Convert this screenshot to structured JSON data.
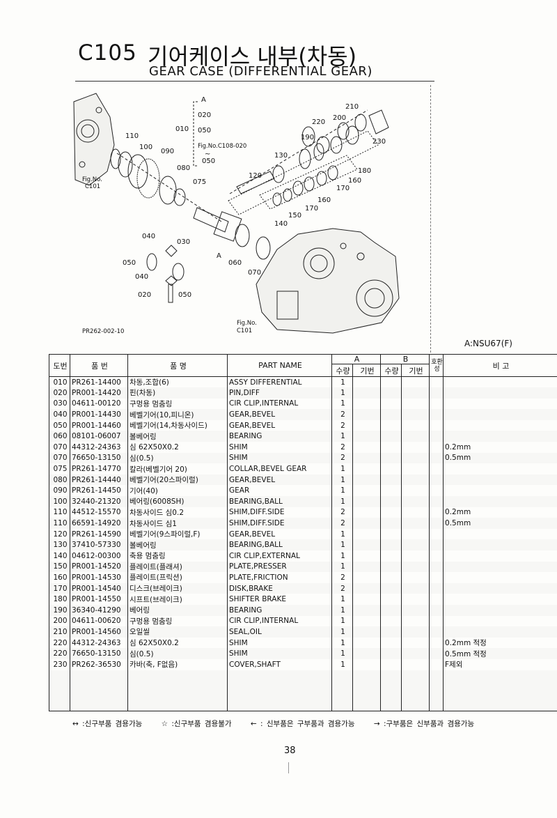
{
  "header": {
    "code": "C105",
    "title_ko": "기어케이스 내부(차동)",
    "title_en": "GEAR CASE (DIFFERENTIAL GEAR)"
  },
  "diagram": {
    "labels": [
      "210",
      "220",
      "200",
      "190",
      "230",
      "130",
      "180",
      "120",
      "160",
      "170",
      "160",
      "150",
      "170",
      "140",
      "110",
      "100",
      "090",
      "080",
      "075",
      "040",
      "030",
      "050",
      "A",
      "060",
      "070",
      "040",
      "020",
      "050",
      "A",
      "020",
      "050",
      "010"
    ],
    "ref_fig_c108": "Fig.No.C108-020",
    "ref_range": "050",
    "ref_range_tilde": "~",
    "ref_fig_no": "Fig.No.",
    "ref_c101": "C101",
    "drawing_code": "PR262-002-10"
  },
  "model_note": "A:NSU67(F)",
  "table": {
    "headers": {
      "no": "도번",
      "part_code": "품  번",
      "part_name_ko": "품   명",
      "part_name_en": "PART NAME",
      "group_a": "A",
      "group_b": "B",
      "qty": "수량",
      "base": "기번",
      "interchange": "호환성",
      "remark": "비  고"
    },
    "rows": [
      {
        "no": "010",
        "code": "PR261-14400",
        "ko": "차동,조합(6)",
        "en": "ASSY DIFFERENTIAL",
        "qty": "1",
        "remark": ""
      },
      {
        "no": "020",
        "code": "PR001-14420",
        "ko": "핀(차동)",
        "en": "PIN,DIFF",
        "qty": "1",
        "remark": ""
      },
      {
        "no": "030",
        "code": "04611-00120",
        "ko": "구멍용 멈춤링",
        "en": "CIR CLIP,INTERNAL",
        "qty": "1",
        "remark": ""
      },
      {
        "no": "040",
        "code": "PR001-14430",
        "ko": "베벨기어(10,피니온)",
        "en": "GEAR,BEVEL",
        "qty": "2",
        "remark": ""
      },
      {
        "no": "050",
        "code": "PR001-14460",
        "ko": "베벨기어(14,차동사이드)",
        "en": "GEAR,BEVEL",
        "qty": "2",
        "remark": ""
      },
      {
        "no": "060",
        "code": "08101-06007",
        "ko": "볼베어링",
        "en": "BEARING",
        "qty": "1",
        "remark": ""
      },
      {
        "no": "070",
        "code": "44312-24363",
        "ko": "심 62X50X0.2",
        "en": "SHIM",
        "qty": "2",
        "remark": "0.2mm"
      },
      {
        "no": "070",
        "code": "76650-13150",
        "ko": "심(0.5)",
        "en": "SHIM",
        "qty": "2",
        "remark": "0.5mm"
      },
      {
        "no": "075",
        "code": "PR261-14770",
        "ko": "칼라(베벨기어 20)",
        "en": "COLLAR,BEVEL GEAR",
        "qty": "1",
        "remark": ""
      },
      {
        "no": "080",
        "code": "PR261-14440",
        "ko": "베벨기어(20스파이럴)",
        "en": "GEAR,BEVEL",
        "qty": "1",
        "remark": ""
      },
      {
        "no": "090",
        "code": "PR261-14450",
        "ko": "기어(40)",
        "en": "GEAR",
        "qty": "1",
        "remark": ""
      },
      {
        "no": "100",
        "code": "32440-21320",
        "ko": "베어링(6008SH)",
        "en": "BEARING,BALL",
        "qty": "1",
        "remark": ""
      },
      {
        "no": "110",
        "code": "44512-15570",
        "ko": "차동사이드 심0.2",
        "en": "SHIM,DIFF.SIDE",
        "qty": "2",
        "remark": "0.2mm"
      },
      {
        "no": "110",
        "code": "66591-14920",
        "ko": "차동사이드 심1",
        "en": "SHIM,DIFF.SIDE",
        "qty": "2",
        "remark": "0.5mm"
      },
      {
        "no": "120",
        "code": "PR261-14590",
        "ko": "베벨기어(9스파이럴,F)",
        "en": "GEAR,BEVEL",
        "qty": "1",
        "remark": ""
      },
      {
        "no": "130",
        "code": "37410-57330",
        "ko": "볼베어링",
        "en": "BEARING,BALL",
        "qty": "1",
        "remark": ""
      },
      {
        "no": "140",
        "code": "04612-00300",
        "ko": "축용 멈춤링",
        "en": "CIR CLIP,EXTERNAL",
        "qty": "1",
        "remark": ""
      },
      {
        "no": "150",
        "code": "PR001-14520",
        "ko": "플레이트(플래셔)",
        "en": "PLATE,PRESSER",
        "qty": "1",
        "remark": ""
      },
      {
        "no": "160",
        "code": "PR001-14530",
        "ko": "플레이트(프릭션)",
        "en": "PLATE,FRICTION",
        "qty": "2",
        "remark": ""
      },
      {
        "no": "170",
        "code": "PR001-14540",
        "ko": "디스크(브레이크)",
        "en": "DISK,BRAKE",
        "qty": "2",
        "remark": ""
      },
      {
        "no": "180",
        "code": "PR001-14550",
        "ko": "시프트(브레이크)",
        "en": "SHIFTER BRAKE",
        "qty": "1",
        "remark": ""
      },
      {
        "no": "190",
        "code": "36340-41290",
        "ko": "베어링",
        "en": "BEARING",
        "qty": "1",
        "remark": ""
      },
      {
        "no": "200",
        "code": "04611-00620",
        "ko": "구멍용 멈춤링",
        "en": "CIR CLIP,INTERNAL",
        "qty": "1",
        "remark": ""
      },
      {
        "no": "210",
        "code": "PR001-14560",
        "ko": "오일씰",
        "en": "SEAL,OIL",
        "qty": "1",
        "remark": ""
      },
      {
        "no": "220",
        "code": "44312-24363",
        "ko": "심 62X50X0.2",
        "en": "SHIM",
        "qty": "1",
        "remark": "0.2mm 적정"
      },
      {
        "no": "220",
        "code": "76650-13150",
        "ko": "심(0.5)",
        "en": "SHIM",
        "qty": "1",
        "remark": "0.5mm 적정"
      },
      {
        "no": "230",
        "code": "PR262-36530",
        "ko": "카바(축, F없음)",
        "en": "COVER,SHAFT",
        "qty": "1",
        "remark": "F제외"
      }
    ]
  },
  "legend": {
    "item1": "↔ :신구부품 겸용가능",
    "item2": "☆ :신구부품 겸용불가",
    "item3": "← : 신부품은 구부품과 겸용가능",
    "item4": "→ :구부품은 신부품과 겸용가능"
  },
  "page_number": "38"
}
